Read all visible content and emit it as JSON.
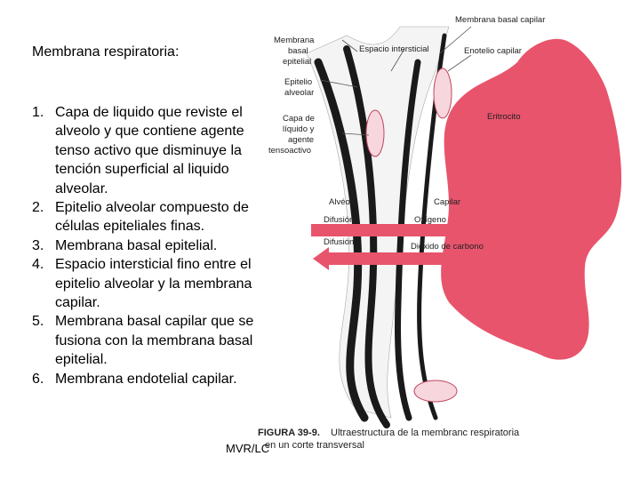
{
  "slide": {
    "title": "Membrana  respiratoria:",
    "points": [
      {
        "num": "1.",
        "text": "Capa de liquido que reviste el alveolo y que contiene agente tenso activo que disminuye la tención superficial al liquido alveolar."
      },
      {
        "num": "2.",
        "text": "Epitelio alveolar compuesto de células epiteliales finas."
      },
      {
        "num": "3.",
        "text": "Membrana basal epitelial."
      },
      {
        "num": "4.",
        "text": "Espacio intersticial fino entre el epitelio alveolar y la membrana capilar."
      },
      {
        "num": "5.",
        "text": "Membrana basal capilar que se fusiona con la membrana basal epitelial."
      },
      {
        "num": "6.",
        "text": "Membrana endotelial capilar."
      }
    ],
    "credit": "MVR/LC"
  },
  "figure": {
    "labels": {
      "membrana_basal_capilar": "Membrana basal capilar",
      "membrana_basal_epitelial": [
        "Membrana",
        "basal",
        "epitelial"
      ],
      "espacio_intersticial": "Espacio intersticial",
      "endotelio_capilar": "Enotelio capilar",
      "epitelio_alveolar": [
        "Epitelio",
        "alveolar"
      ],
      "capa_liquido": [
        "Capa de",
        "líquido y",
        "agente",
        "tensoactivo"
      ],
      "eritrocito": "Eritrocito",
      "alveolo": "Alvéolo",
      "capilar": "Capilar",
      "difusion_1": "Difusión",
      "oxigeno": "Oxígeno",
      "difusion_2": "Difusión",
      "dioxido": "Dióxido de carbono"
    },
    "caption_number": "FIGURA 39-9.",
    "caption_lines": [
      "Ultraestructura de la membranc respiratoria",
      "en un corte transversal"
    ],
    "colors": {
      "erythrocyte": "#e8546c",
      "arrow": "#e8546c",
      "membrane": "#1a1a1a"
    }
  }
}
